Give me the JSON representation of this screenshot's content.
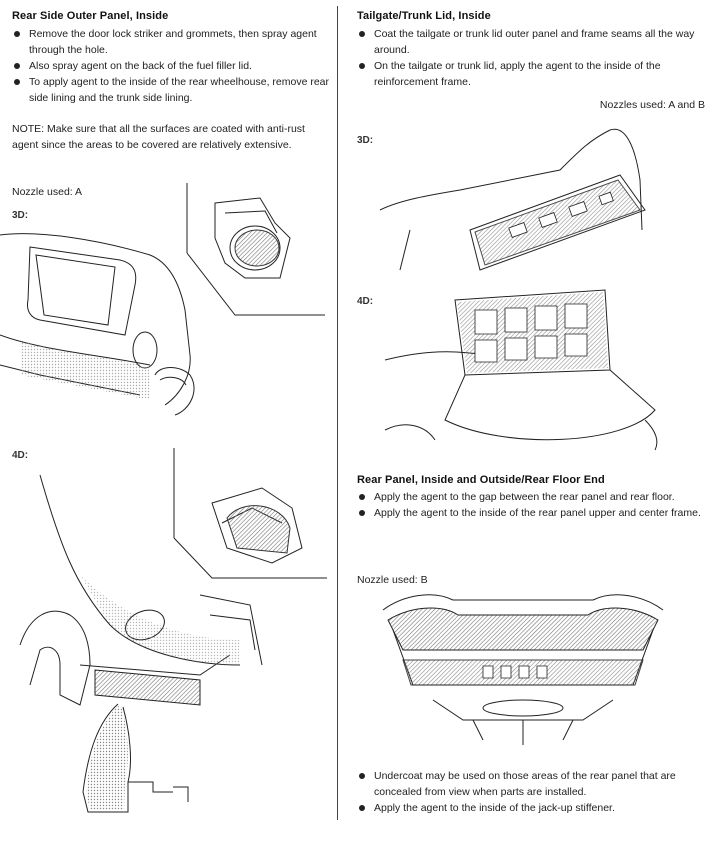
{
  "left": {
    "section1": {
      "title": "Rear Side Outer Panel, Inside",
      "bullets": [
        "Remove the door lock striker and grommets, then spray agent through the hole.",
        "Also spray agent on the back of the fuel filler lid.",
        "To apply agent to the inside of the rear wheelhouse, remove rear side lining and the trunk side lining."
      ],
      "note": "NOTE: Make sure that all the surfaces are coated with anti-rust agent since the areas to be covered are relatively extensive.",
      "nozzle": "Nozzle used: A",
      "label_3d": "3D:",
      "label_4d": "4D:"
    }
  },
  "right": {
    "section2": {
      "title": "Tailgate/Trunk Lid, Inside",
      "bullets": [
        "Coat the tailgate or trunk lid outer panel and frame seams all the way around.",
        "On the tailgate or trunk lid, apply the agent to the inside of the reinforcement frame."
      ],
      "nozzles": "Nozzles used: A and B",
      "label_3d": "3D:",
      "label_4d": "4D:"
    },
    "section3": {
      "title": "Rear Panel, Inside and Outside/Rear Floor End",
      "bullets": [
        "Apply the agent to the gap between the rear panel and rear floor.",
        "Apply the agent to the inside of the rear panel upper and center frame."
      ],
      "nozzle": "Nozzle used: B",
      "bullets2": [
        "Undercoat may be used on those areas of the rear panel that are concealed from view when parts are installed.",
        "Apply the agent to the inside of the jack-up stiffener."
      ]
    }
  }
}
